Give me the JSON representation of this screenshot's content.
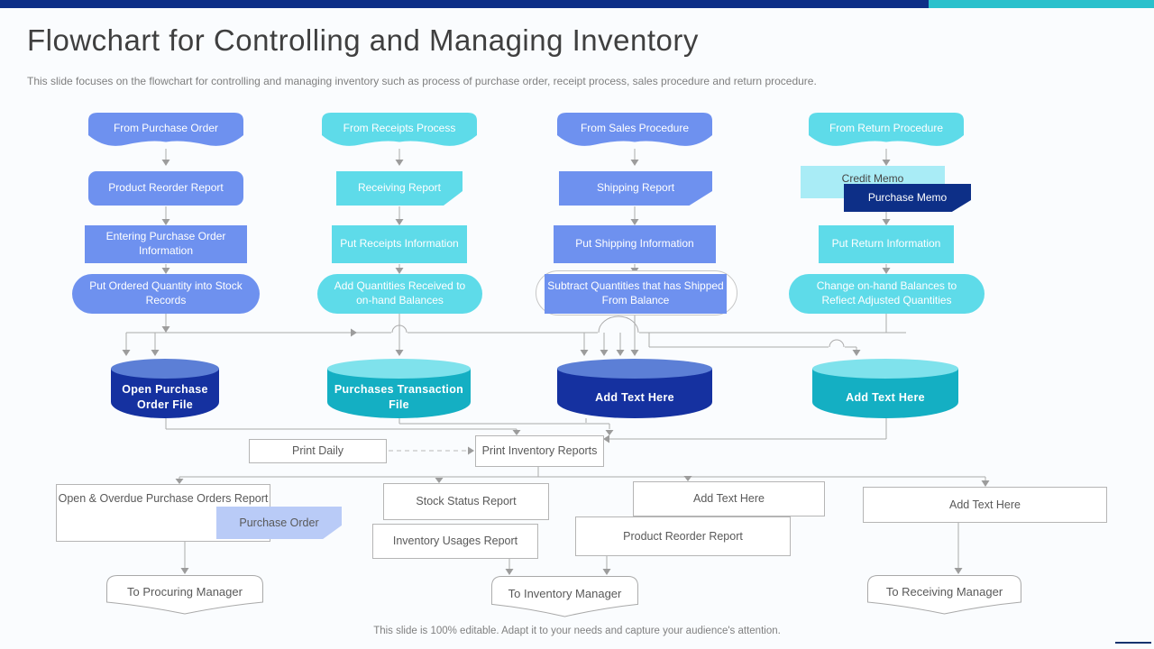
{
  "slide": {
    "title": "Flowchart for Controlling and Managing Inventory",
    "subtitle": "This slide focuses on the flowchart for controlling and managing inventory such as process of purchase order, receipt process, sales procedure and return procedure.",
    "footer": "This slide is 100% editable. Adapt it to your needs and capture your audience's attention."
  },
  "flows": [
    {
      "source": "From Purchase Order",
      "report": "Product Reorder Report",
      "action": "Entering Purchase Order Information",
      "update": "Put Ordered Quantity into Stock Records",
      "datastore": "Open Purchase Order File"
    },
    {
      "source": "From Receipts Process",
      "report": "Receiving Report",
      "action": "Put Receipts Information",
      "update": "Add Quantities Received to on-hand Balances",
      "datastore": "Purchases Transaction File"
    },
    {
      "source": "From Sales Procedure",
      "report": "Shipping Report",
      "action": "Put Shipping Information",
      "update": "Subtract Quantities that has Shipped From Balance",
      "datastore": "Add Text Here"
    },
    {
      "source": "From Return Procedure",
      "report": "Credit Memo",
      "report2": "Purchase Memo",
      "action": "Put Return Information",
      "update": "Change on-hand Balances to Refiect Adjusted Quantities",
      "datastore": "Add Text Here"
    }
  ],
  "print_row": {
    "daily": "Print Daily",
    "inventory": "Print Inventory Reports"
  },
  "reports": {
    "open_overdue": "Open & Overdue Purchase Orders Report",
    "purchase_order_tag": "Purchase Order",
    "stock_status": "Stock Status Report",
    "inventory_usages": "Inventory Usages Report",
    "add_text_1": "Add Text Here",
    "product_reorder": "Product Reorder Report",
    "add_text_2": "Add Text Here"
  },
  "managers": {
    "procuring": "To Procuring Manager",
    "inventory": "To Inventory Manager",
    "receiving": "To Receiving Manager"
  },
  "colors": {
    "navy": "#0D2F87",
    "bar_cyan": "#2AC1CC",
    "blue": "#6E91EF",
    "cyan": "#5EDBE9",
    "light_cyan": "#A9ECF6",
    "periwinkle": "#B9CBF7",
    "cyl_navy": "#1531A0",
    "cyl_navy_top": "#5C7FD6",
    "teal": "#14AFC3",
    "teal_top": "#7FE2EC",
    "line": "#ABABAB",
    "title_gray": "#3F3F3F",
    "sub_gray": "#7F7F7F",
    "box_text": "#595959"
  }
}
